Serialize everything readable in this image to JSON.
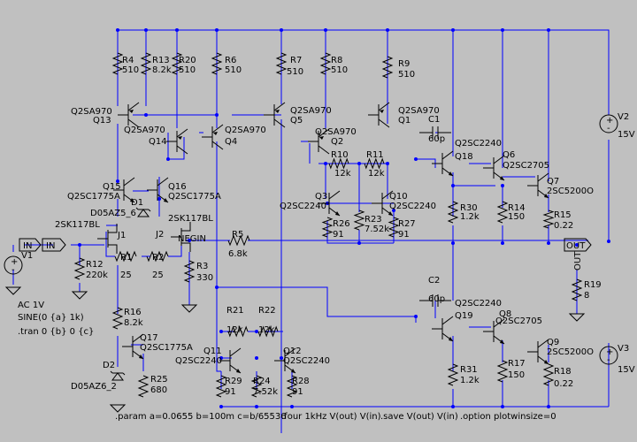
{
  "labels": {
    "Q13": [
      "Q2SA970",
      "Q13"
    ],
    "Q15": [
      "Q15",
      "Q2SC1775A"
    ],
    "Q16": [
      "Q16",
      "Q2SC1775A"
    ],
    "Q14": [
      "Q2SA970",
      "Q14"
    ],
    "Q4": [
      "Q2SA970",
      "Q4"
    ],
    "Q5": [
      "Q2SA970",
      "Q5"
    ],
    "Q2": [
      "Q2SA970",
      "Q2"
    ],
    "Q1": [
      "Q2SA970",
      "Q1"
    ],
    "Q3": [
      "Q3",
      "Q2SC2240"
    ],
    "Q10": [
      "Q10",
      "Q2SC2240"
    ],
    "Q18": [
      "Q2SC2240",
      "Q18"
    ],
    "Q6": [
      "Q6",
      "Q2SC2705"
    ],
    "Q7": [
      "Q7",
      "2SC5200O"
    ],
    "Q19": [
      "Q2SC2240",
      "Q19"
    ],
    "Q8": [
      "Q8",
      "Q2SC2705"
    ],
    "Q9": [
      "Q9",
      "2SC5200O"
    ],
    "Q11": [
      "Q11",
      "Q2SC2240"
    ],
    "Q12": [
      "Q12",
      "Q2SC2240"
    ],
    "Q17": [
      "Q17",
      "Q2SC1775A"
    ],
    "J1": [
      "2SK117BL",
      "J1"
    ],
    "J2": [
      "J2",
      "2SK117BL"
    ],
    "D1": [
      "D1",
      "D05AZ5_6"
    ],
    "D2": [
      "D2",
      "D05AZ6_2"
    ],
    "R4": [
      "R4",
      "510"
    ],
    "R13": [
      "R13",
      "8.2k"
    ],
    "R20": [
      "R20",
      "510"
    ],
    "R6": [
      "R6",
      "510"
    ],
    "R7": [
      "R7",
      "510"
    ],
    "R8": [
      "R8",
      "510"
    ],
    "R9": [
      "R9",
      "510"
    ],
    "R10": [
      "R10",
      "12k"
    ],
    "R11": [
      "R11",
      "12k"
    ],
    "R26": [
      "R26",
      "91"
    ],
    "R23": [
      "R23",
      "7.52k"
    ],
    "R27": [
      "R27",
      "91"
    ],
    "R30": [
      "R30",
      "1.2k"
    ],
    "R14": [
      "R14",
      "150"
    ],
    "R15": [
      "R15",
      "0.22"
    ],
    "R5": [
      "R5",
      "6.8k"
    ],
    "R3": [
      "R3",
      "330"
    ],
    "R12": [
      "R12",
      "220k"
    ],
    "R1": [
      "R1",
      "25"
    ],
    "R2": [
      "R2",
      "25"
    ],
    "R16": [
      "R16",
      "8.2k"
    ],
    "R25": [
      "R25",
      "680"
    ],
    "R21": [
      "R21",
      "12k"
    ],
    "R22": [
      "R22",
      "12k"
    ],
    "R29": [
      "R29",
      "91"
    ],
    "R24": [
      "R24",
      "7.52k"
    ],
    "R28": [
      "R28",
      "91"
    ],
    "R31": [
      "R31",
      "1.2k"
    ],
    "R17": [
      "R17",
      "150"
    ],
    "R18": [
      "R18",
      "0.22"
    ],
    "R19": [
      "R19",
      "8"
    ],
    "C1": [
      "C1",
      "60p"
    ],
    "C2": [
      "C2",
      "60p"
    ],
    "V1": [
      "V1"
    ],
    "V2": [
      "V2",
      "15V"
    ],
    "V3": [
      "V3",
      "15V"
    ]
  },
  "nets": {
    "in1": "IN",
    "in2": "IN",
    "negin": "NEGIN",
    "out": "OUT",
    "out_v": "OUT"
  },
  "source_spec": [
    "AC 1V",
    "SINE(0 {a} 1k)",
    ".tran 0 {b} 0 {c}"
  ],
  "directives": [
    ".param a=0.0655 b=100m c=b/65536",
    ".four 1kHz V(out) V(in)",
    ".save V(out) V(in)",
    ".option plotwinsize=0"
  ],
  "colors": {
    "background": "#c0c0c0",
    "wire": "#0000ff",
    "symbol": "#000000",
    "text": "#000000"
  }
}
